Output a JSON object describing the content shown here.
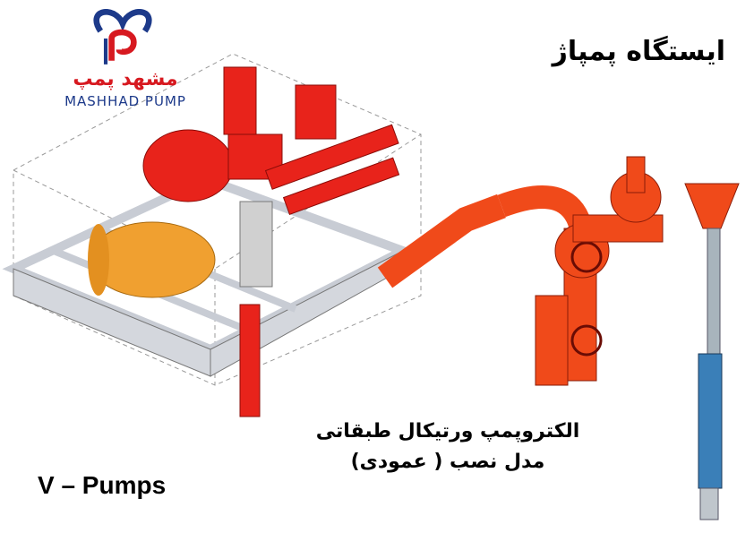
{
  "brand": {
    "name_fa": "مشهد پمپ",
    "name_en": "MASHHAD PUMP"
  },
  "title": "ایستگاه پمپاژ",
  "subtitle_line1": "الکتروپمپ ورتیکال طبقاتی",
  "subtitle_line2": "مدل نصب ( عمودی)",
  "product_label": "V – Pumps",
  "colors": {
    "red": "#e8231b",
    "orange_red": "#f04a1a",
    "tank": "#f0a030",
    "frame": "#c8ccd4",
    "logo_blue": "#1d3a8a"
  }
}
